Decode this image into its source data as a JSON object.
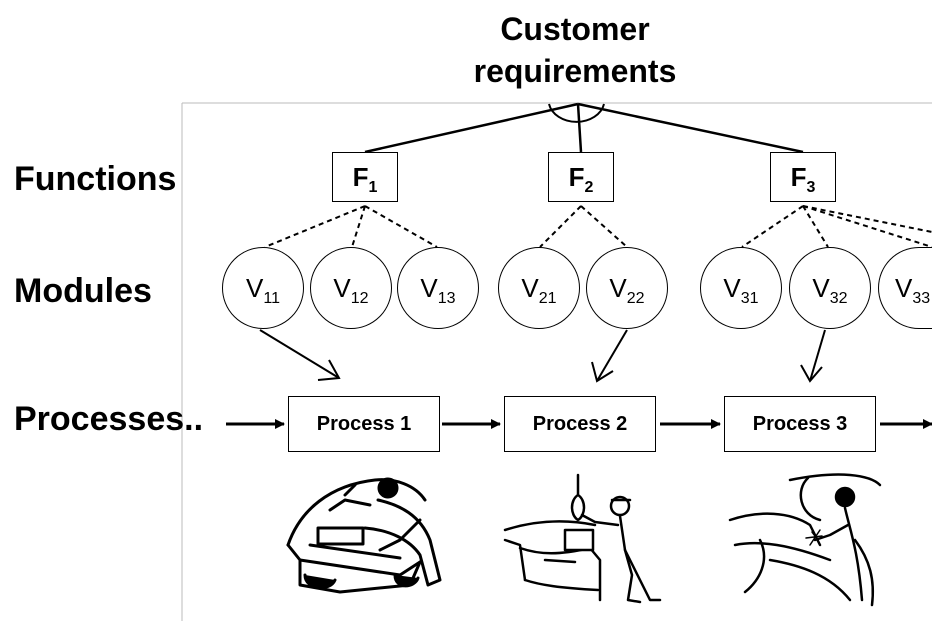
{
  "title_line1": "Customer",
  "title_line2": "requirements",
  "row_labels": {
    "functions": "Functions",
    "modules": "Modules",
    "processes": "Processes.."
  },
  "functions": [
    {
      "letter": "F",
      "sub": "1"
    },
    {
      "letter": "F",
      "sub": "2"
    },
    {
      "letter": "F",
      "sub": "3"
    }
  ],
  "modules": [
    {
      "letter": "V",
      "sub": "11"
    },
    {
      "letter": "V",
      "sub": "12"
    },
    {
      "letter": "V",
      "sub": "13"
    },
    {
      "letter": "V",
      "sub": "21"
    },
    {
      "letter": "V",
      "sub": "22"
    },
    {
      "letter": "V",
      "sub": "31"
    },
    {
      "letter": "V",
      "sub": "32"
    },
    {
      "letter": "V",
      "sub": "33"
    }
  ],
  "processes": [
    "Process 1",
    "Process 2",
    "Process 3"
  ],
  "illustrations": [
    "car-engine-mechanic-illustration",
    "spray-painting-worker-illustration",
    "welding-worker-illustration"
  ]
}
